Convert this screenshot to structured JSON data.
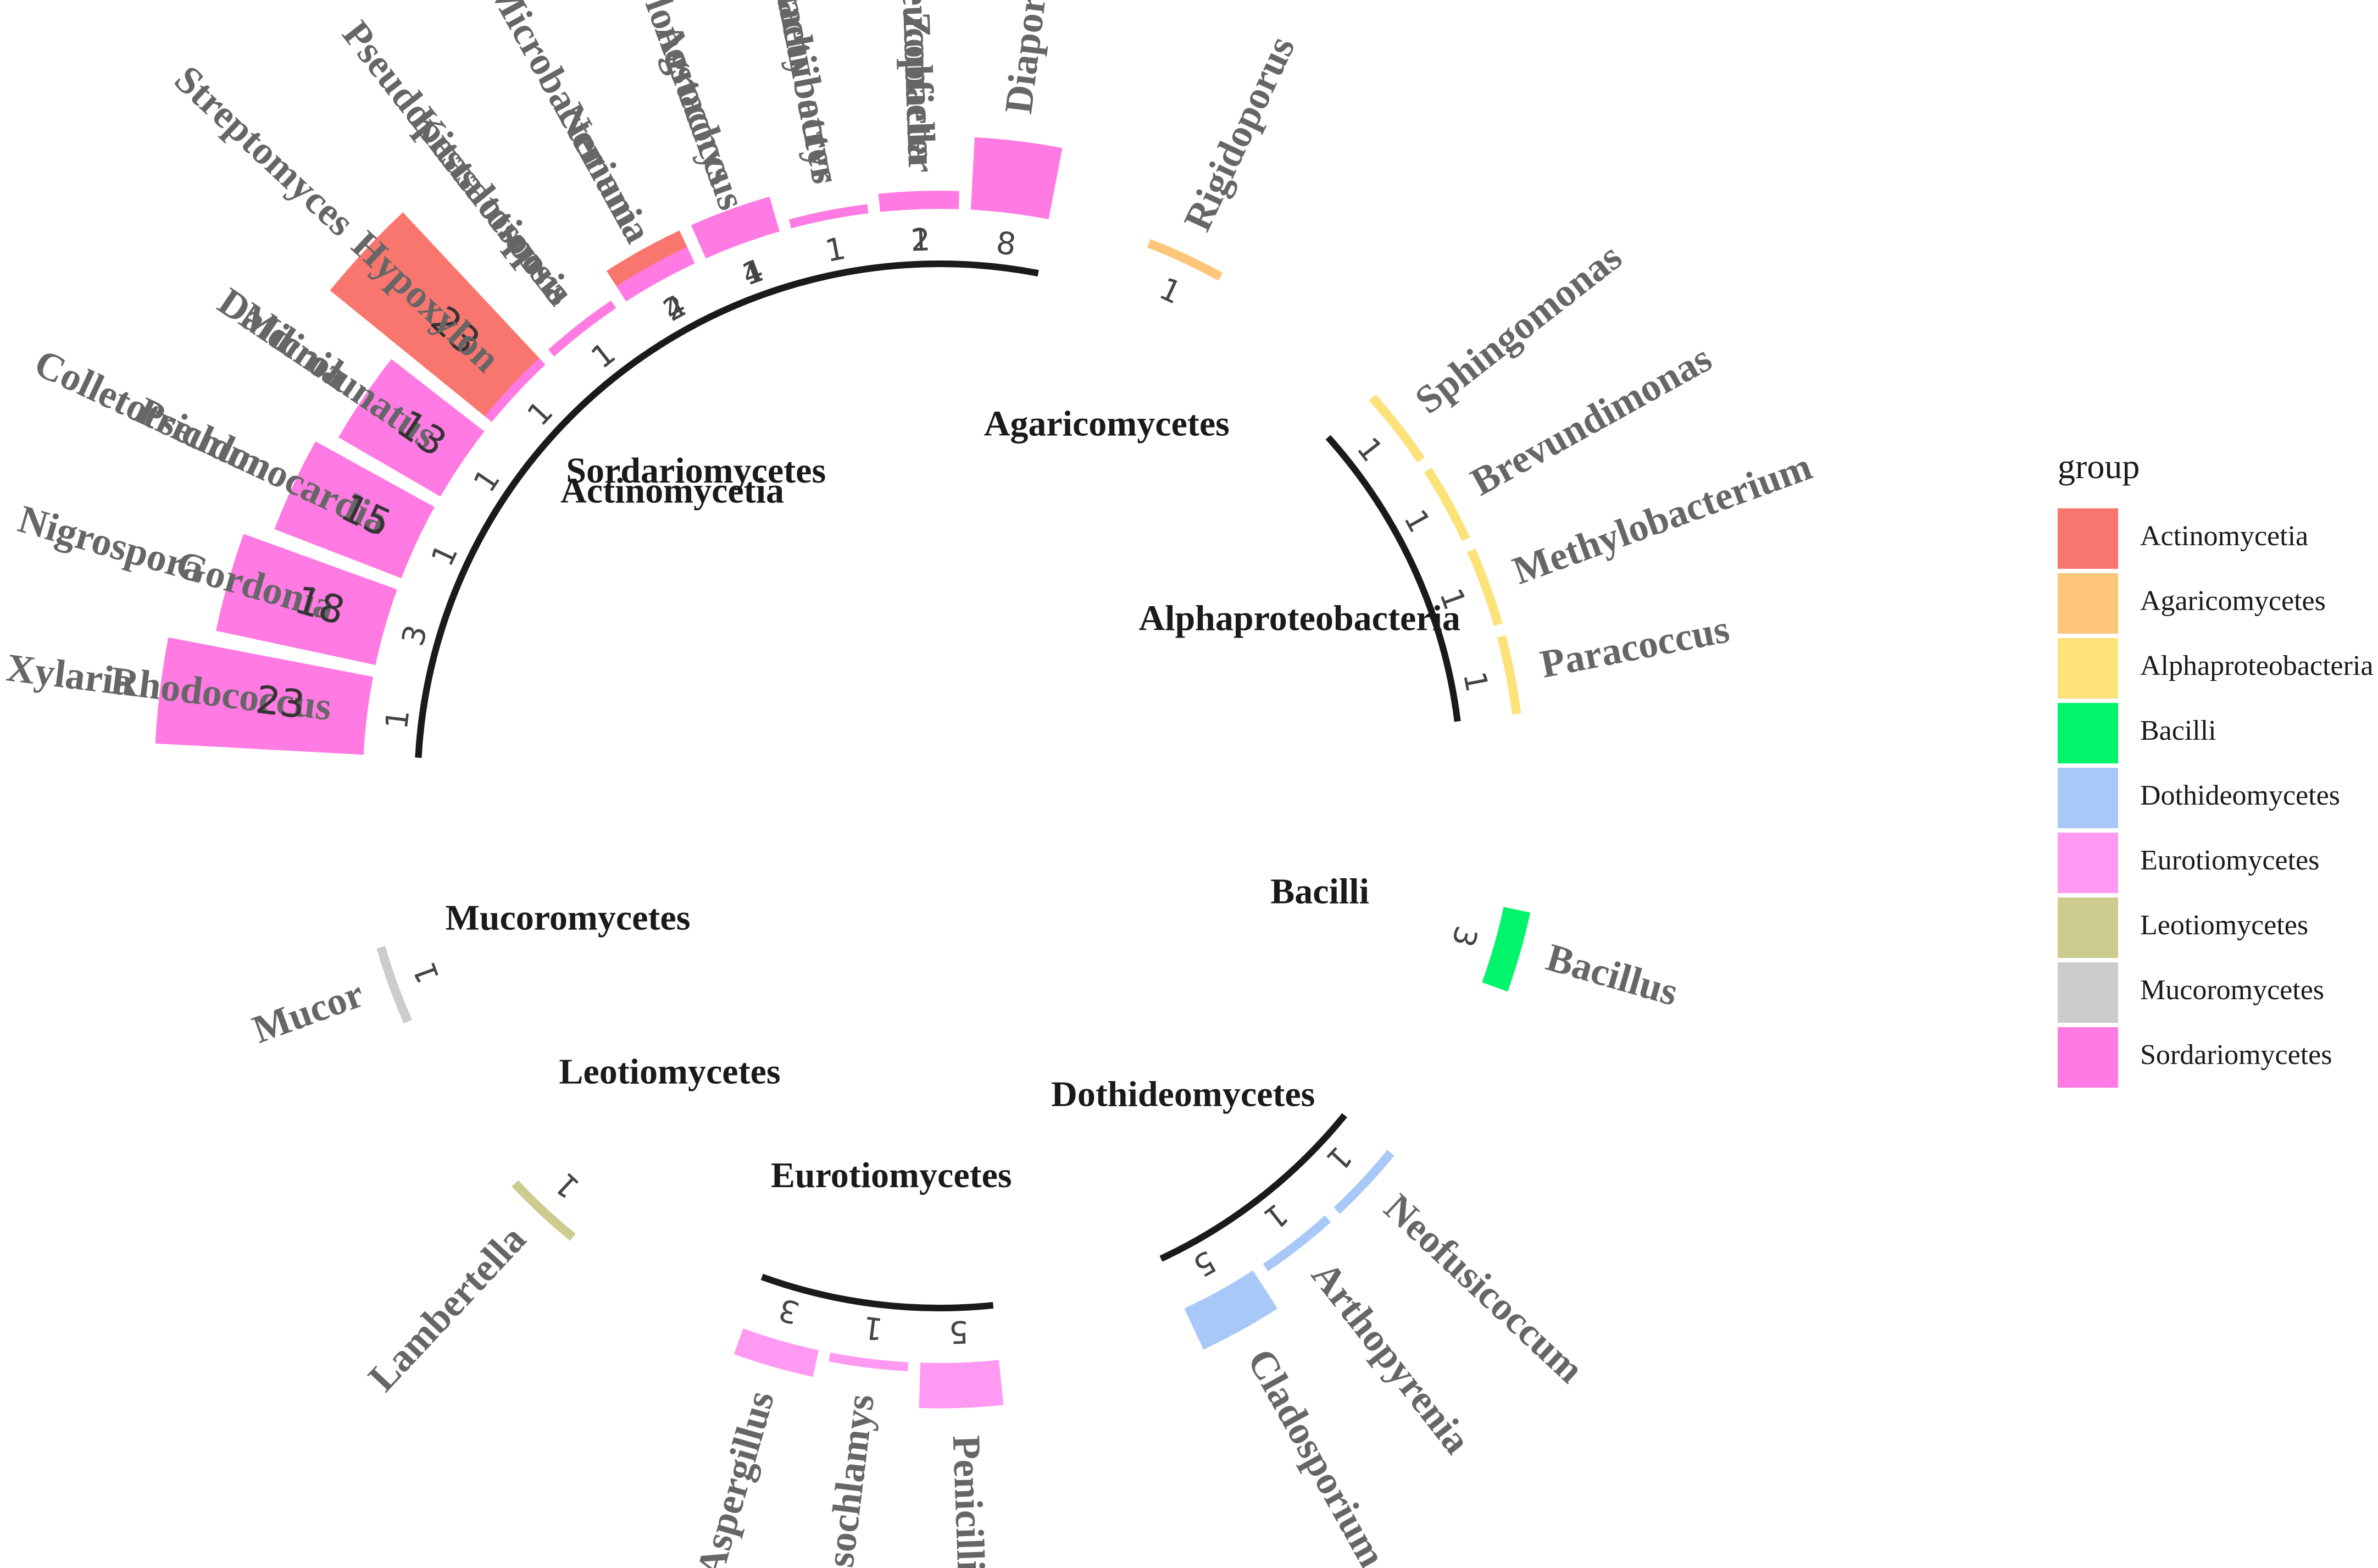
{
  "chart_data": {
    "type": "bar",
    "layout": "circular",
    "legend": {
      "title": "group",
      "position": "right"
    },
    "groups": [
      {
        "name": "Actinomycetia",
        "color": "#F8766D"
      },
      {
        "name": "Agaricomycetes",
        "color": "#FDC67A"
      },
      {
        "name": "Alphaproteobacteria",
        "color": "#FDE27A"
      },
      {
        "name": "Bacilli",
        "color": "#00F56B"
      },
      {
        "name": "Dothideomycetes",
        "color": "#A8C8F8"
      },
      {
        "name": "Eurotiomycetes",
        "color": "#FF99F2"
      },
      {
        "name": "Leotiomycetes",
        "color": "#CCCC8F"
      },
      {
        "name": "Mucoromycetes",
        "color": "#CCCCCC"
      },
      {
        "name": "Sordariomycetes",
        "color": "#FF7AE2"
      }
    ],
    "bars": [
      {
        "genus": "Rhodococcus",
        "group": "Actinomycetia",
        "value": 1
      },
      {
        "genus": "Gordonia",
        "group": "Actinomycetia",
        "value": 3
      },
      {
        "genus": "Pseudonocardia",
        "group": "Actinomycetia",
        "value": 1
      },
      {
        "genus": "Microlunatus",
        "group": "Actinomycetia",
        "value": 1
      },
      {
        "genus": "Streptomyces",
        "group": "Actinomycetia",
        "value": 23
      },
      {
        "genus": "Kitasatospora",
        "group": "Actinomycetia",
        "value": 1
      },
      {
        "genus": "Microbacterium",
        "group": "Actinomycetia",
        "value": 4
      },
      {
        "genus": "Agrococcus",
        "group": "Actinomycetia",
        "value": 1
      },
      {
        "genus": "Protaetiibacter",
        "group": "Actinomycetia",
        "value": 1
      },
      {
        "genus": "Leucobacter",
        "group": "Actinomycetia",
        "value": 1
      },
      {
        "genus": "Rigidoporus",
        "group": "Agaricomycetes",
        "value": 1
      },
      {
        "genus": "Sphingomonas",
        "group": "Alphaproteobacteria",
        "value": 1
      },
      {
        "genus": "Brevundimonas",
        "group": "Alphaproteobacteria",
        "value": 1
      },
      {
        "genus": "Methylobacterium",
        "group": "Alphaproteobacteria",
        "value": 1
      },
      {
        "genus": "Paracoccus",
        "group": "Alphaproteobacteria",
        "value": 1
      },
      {
        "genus": "Bacillus",
        "group": "Bacilli",
        "value": 3
      },
      {
        "genus": "Neofusicoccum",
        "group": "Dothideomycetes",
        "value": 1
      },
      {
        "genus": "Arthopyrenia",
        "group": "Dothideomycetes",
        "value": 1
      },
      {
        "genus": "Cladosporium",
        "group": "Dothideomycetes",
        "value": 5
      },
      {
        "genus": "Penicillium",
        "group": "Eurotiomycetes",
        "value": 5
      },
      {
        "genus": "Byssochlamys",
        "group": "Eurotiomycetes",
        "value": 1
      },
      {
        "genus": "Aspergillus",
        "group": "Eurotiomycetes",
        "value": 3
      },
      {
        "genus": "Lambertella",
        "group": "Leotiomycetes",
        "value": 1
      },
      {
        "genus": "Mucor",
        "group": "Mucoromycetes",
        "value": 1
      },
      {
        "genus": "Xylaria",
        "group": "Sordariomycetes",
        "value": 23
      },
      {
        "genus": "Nigrospora",
        "group": "Sordariomycetes",
        "value": 18
      },
      {
        "genus": "Colletotrichum",
        "group": "Sordariomycetes",
        "value": 15
      },
      {
        "genus": "Daldinia",
        "group": "Sordariomycetes",
        "value": 13
      },
      {
        "genus": "Hypoxylon",
        "group": "Sordariomycetes",
        "value": 1
      },
      {
        "genus": "Pseudopestalotiopsis",
        "group": "Sordariomycetes",
        "value": 1
      },
      {
        "genus": "Nemania",
        "group": "Sordariomycetes",
        "value": 2
      },
      {
        "genus": "Clonostachys",
        "group": "Sordariomycetes",
        "value": 4
      },
      {
        "genus": "Stachybotrys",
        "group": "Sordariomycetes",
        "value": 1
      },
      {
        "genus": "Zopfiella",
        "group": "Sordariomycetes",
        "value": 2
      },
      {
        "genus": "Diaporthe",
        "group": "Sordariomycetes",
        "value": 8
      }
    ]
  }
}
